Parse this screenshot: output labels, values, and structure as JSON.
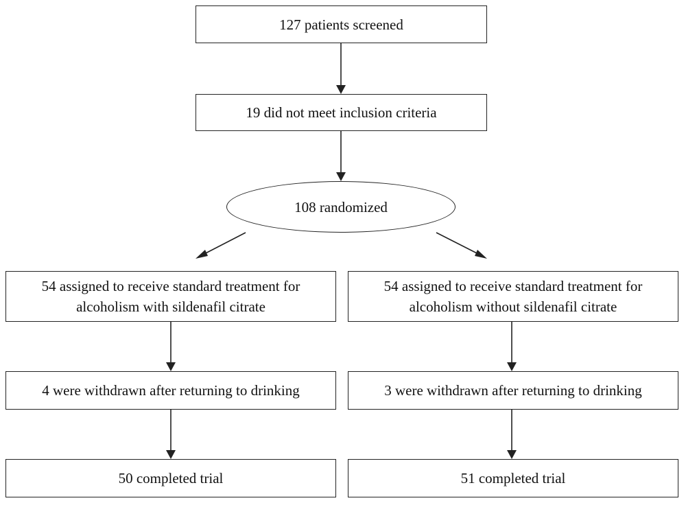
{
  "diagram": {
    "screened": "127 patients screened",
    "excluded": "19 did not meet inclusion criteria",
    "randomized": "108 randomized",
    "left_arm": {
      "assigned_line1": "54 assigned to receive standard treatment for",
      "assigned_line2": "alcoholism with sildenafil citrate",
      "withdrawn": "4 were withdrawn after returning to drinking",
      "completed": "50 completed trial"
    },
    "right_arm": {
      "assigned_line1": "54 assigned to receive standard treatment for",
      "assigned_line2": "alcoholism without sildenafil citrate",
      "withdrawn": "3 were withdrawn after returning to drinking",
      "completed": "51 completed trial"
    }
  }
}
